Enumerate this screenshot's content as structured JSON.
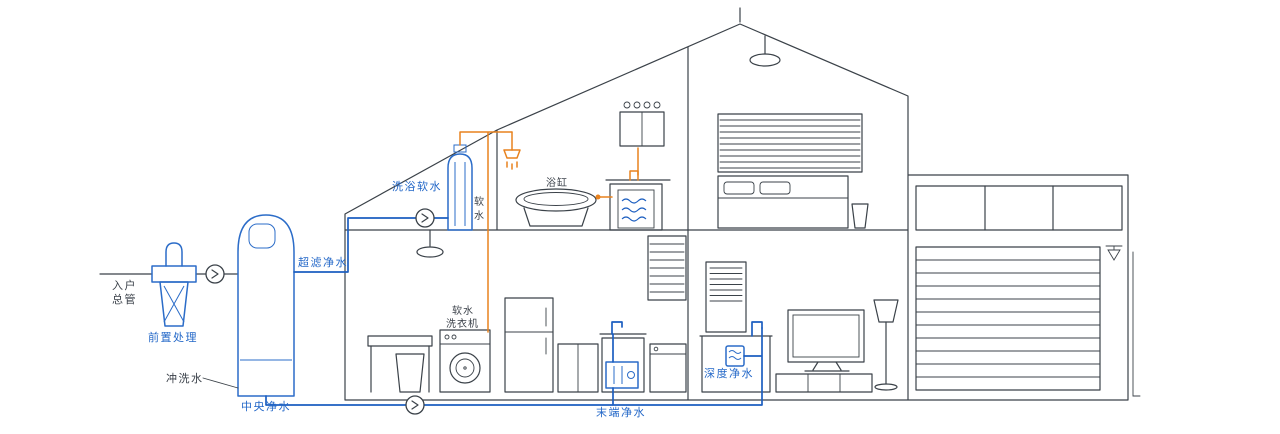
{
  "labels": {
    "inlet_top": "入户",
    "inlet_bottom": "总管",
    "pre_filter": "前置处理",
    "central_purifier": "中央净水",
    "flush_water": "冲洗水",
    "ultrafiltration": "超滤净水",
    "bath_softener": "洗浴软水",
    "soft_top": "软",
    "soft_bottom": "水",
    "bathtub": "浴缸",
    "washer_top": "软水",
    "washer_bottom": "洗衣机",
    "terminal_purifier": "末端净水",
    "deep_purifier": "深度净水"
  },
  "colors": {
    "outline": "#3b4249",
    "pipe_blue": "#1d5fc0",
    "device_blue": "#2b6cc8",
    "label_blue": "#2468c8",
    "pipe_orange": "#e8821e",
    "text_dark": "#3a4049",
    "background": "#ffffff"
  }
}
